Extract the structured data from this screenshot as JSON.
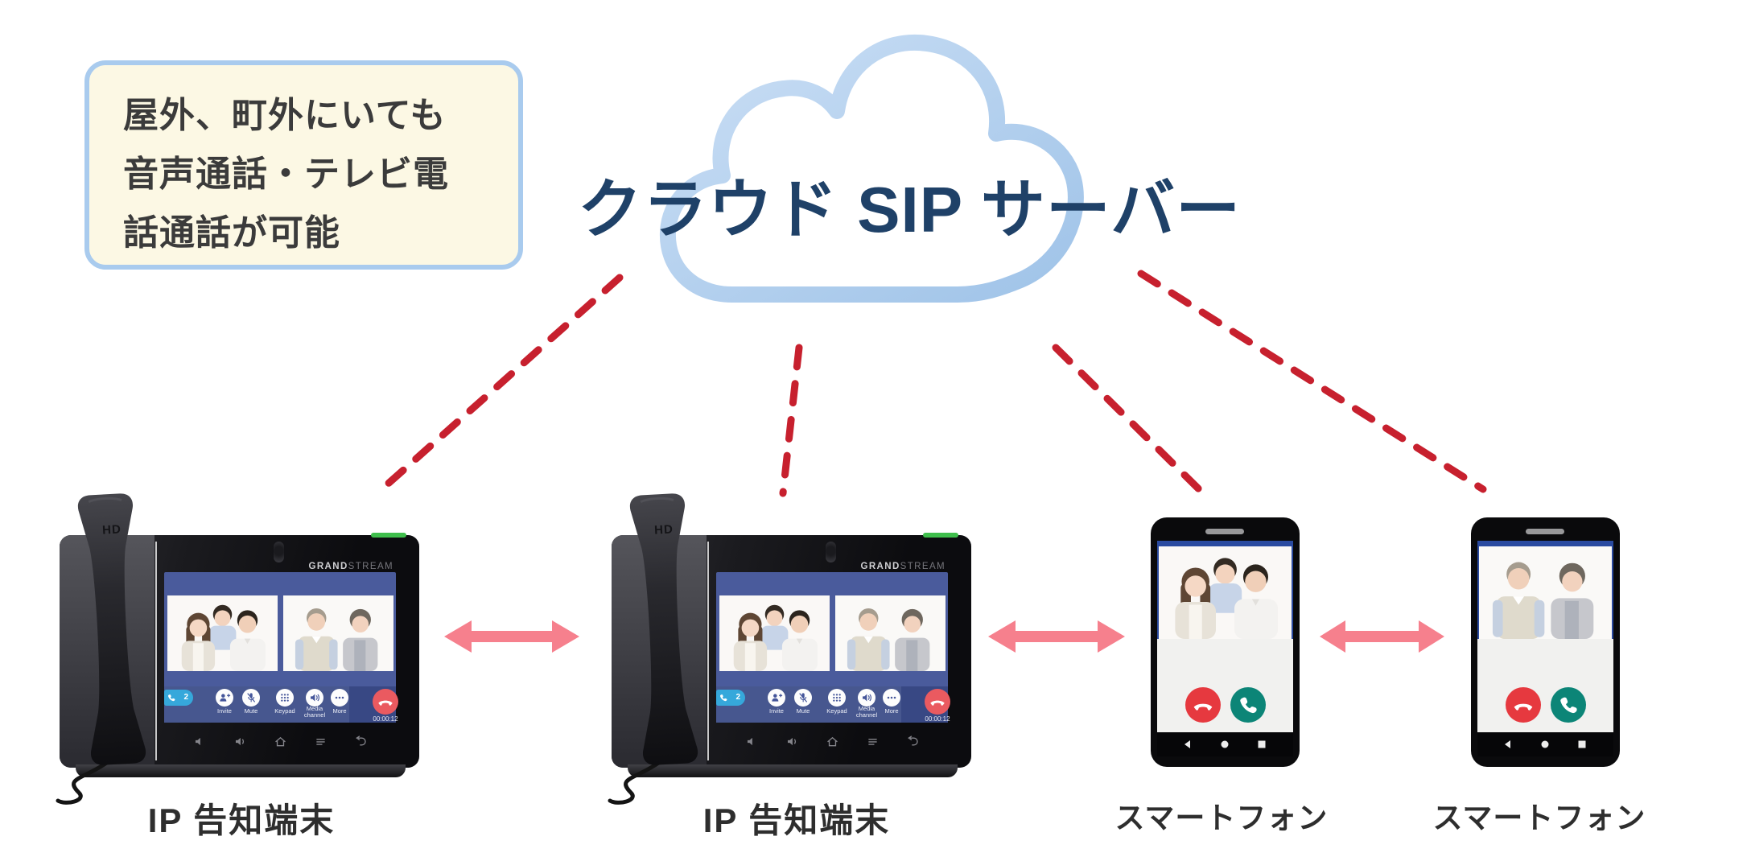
{
  "note": {
    "text": "屋外、町外にいても音声通話・テレビ電話通話が可能"
  },
  "cloud": {
    "title": "クラウド SIP サーバー"
  },
  "phone_ui": {
    "brand_bold": "GRAND",
    "brand_light": "STREAM",
    "handset_label": "HD",
    "badge_count": "2",
    "buttons": [
      "Invite",
      "Mute",
      "Keypad",
      "Media channel",
      "More"
    ],
    "timer": "00:00:12"
  },
  "devices": [
    {
      "type": "ip-terminal",
      "label": "IP 告知端末"
    },
    {
      "type": "ip-terminal",
      "label": "IP 告知端末"
    },
    {
      "type": "smartphone",
      "label": "スマートフォン"
    },
    {
      "type": "smartphone",
      "label": "スマートフォン"
    }
  ],
  "colors": {
    "dashed_line": "#C7202E",
    "arrow": "#F6808D",
    "cloud_stroke_light": "#CBDFF5",
    "cloud_stroke_dark": "#9FC3E8",
    "title_navy": "#1F4168",
    "note_bg": "#FCF8E4",
    "note_border": "#A9CBEE",
    "screen_blue": "#4A5B9C",
    "hangup_red": "#E6393F",
    "answer_teal": "#0C8577"
  }
}
